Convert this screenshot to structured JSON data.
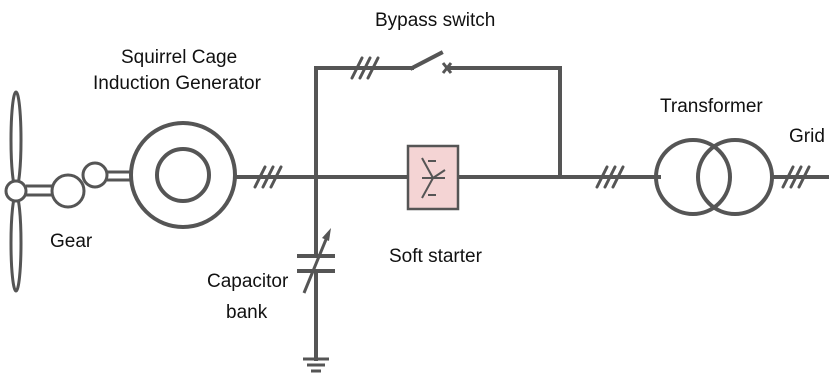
{
  "labels": {
    "bypass_switch": "Bypass switch",
    "generator_line1": "Squirrel Cage",
    "generator_line2": "Induction Generator",
    "gear": "Gear",
    "capacitor_line1": "Capacitor",
    "capacitor_line2": "bank",
    "soft_starter": "Soft starter",
    "transformer": "Transformer",
    "grid": "Grid"
  },
  "colors": {
    "line": "#555555",
    "soft_starter_fill": "#f4d4d4",
    "text": "#111111"
  },
  "icons": {
    "rotor": "wind-turbine-blades-icon",
    "gearbox": "gear-icon",
    "generator": "induction-generator-icon",
    "capacitor": "variable-capacitor-icon",
    "ground": "ground-icon",
    "soft_starter": "thyristor-icon",
    "transformer": "transformer-icon"
  }
}
